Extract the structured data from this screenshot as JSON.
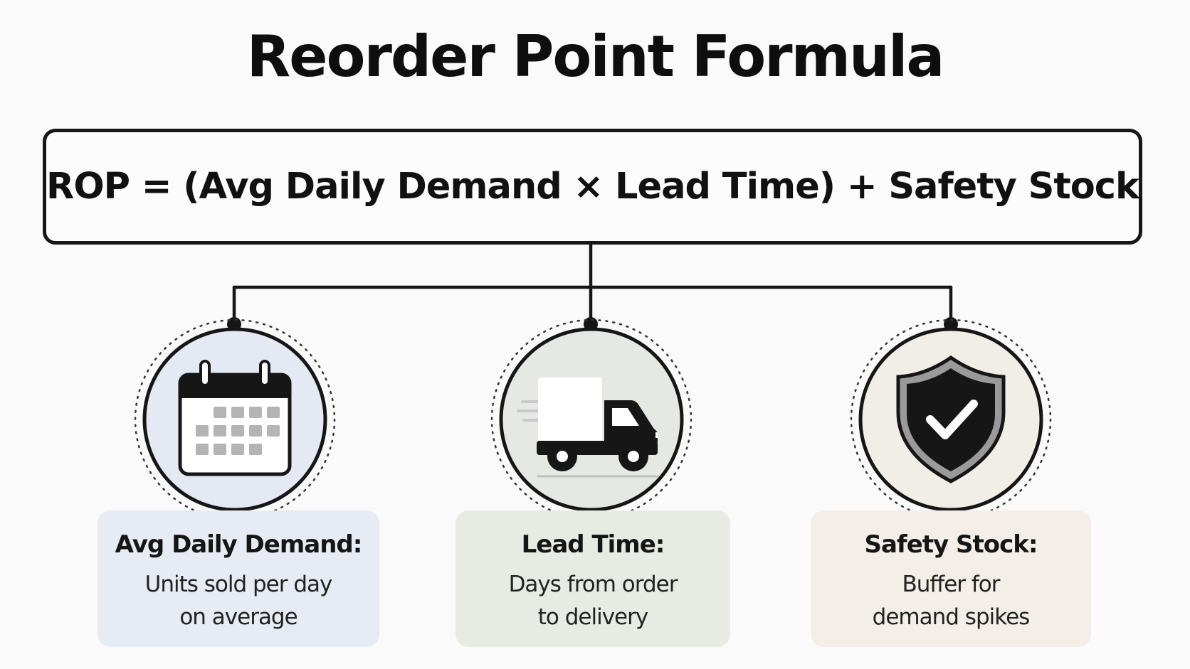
{
  "title": "Reorder Point Formula",
  "formula": "ROP = (Avg Daily Demand × Lead Time) + Safety Stock",
  "components": [
    {
      "icon": "calendar-icon",
      "label": "Avg Daily Demand:",
      "desc_line1": "Units sold per day",
      "desc_line2": "on average",
      "tint": "#e7ebf3"
    },
    {
      "icon": "truck-icon",
      "label": "Lead Time:",
      "desc_line1": "Days from order",
      "desc_line2": "to delivery",
      "tint": "#e8ebe4"
    },
    {
      "icon": "shield-check-icon",
      "label": "Safety Stock:",
      "desc_line1": "Buffer for",
      "desc_line2": "demand spikes",
      "tint": "#f3efe8"
    }
  ]
}
